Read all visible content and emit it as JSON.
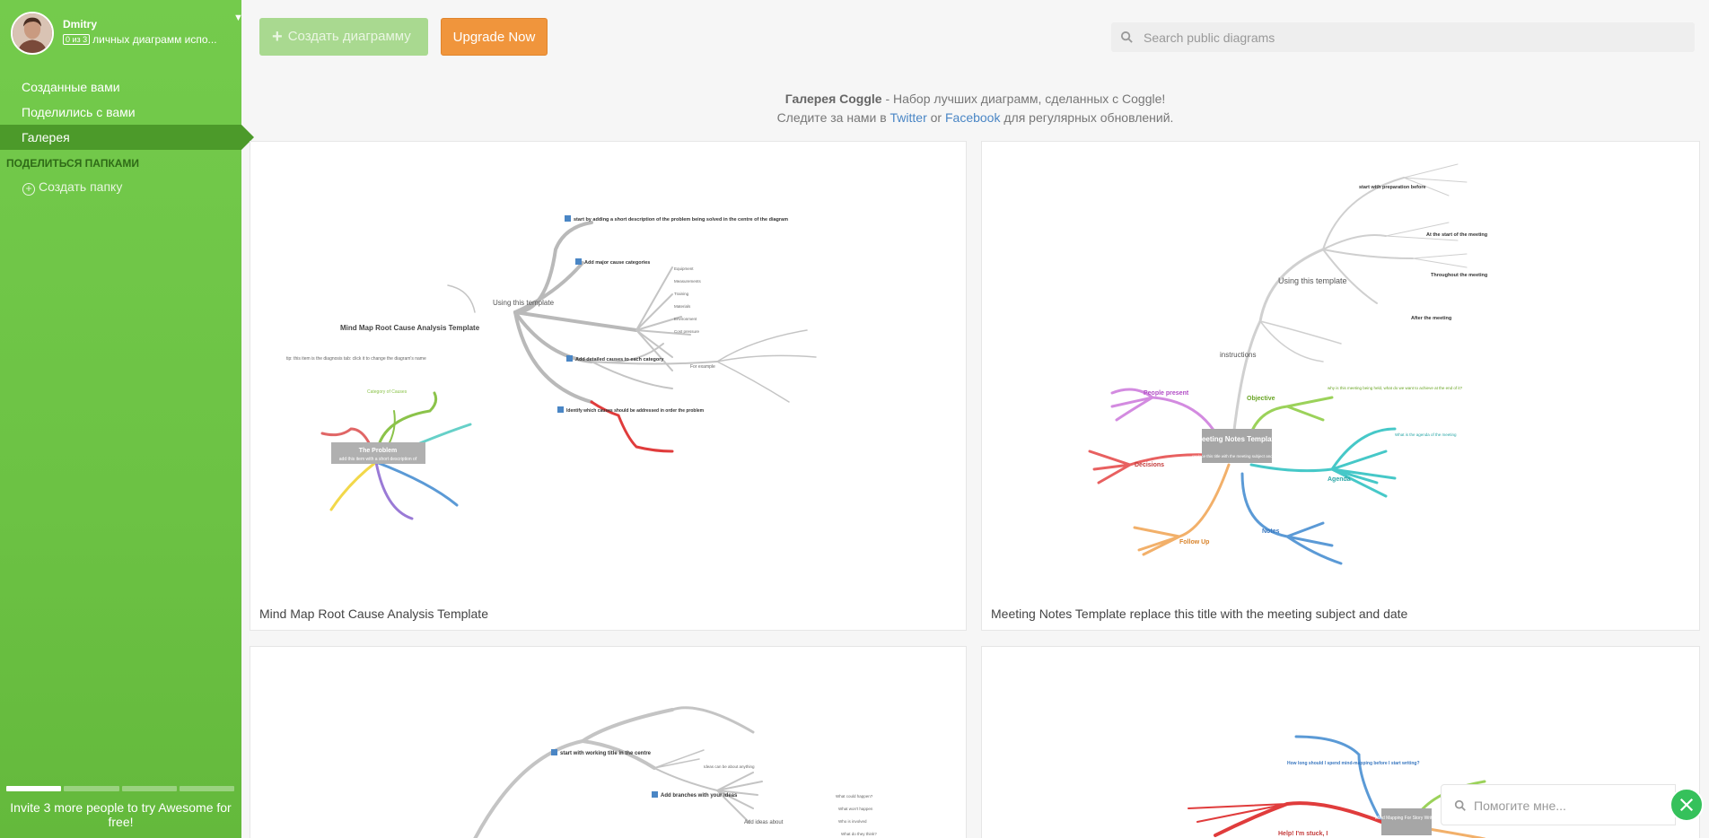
{
  "user": {
    "name": "Dmitry",
    "usage_badge": "0 из 3",
    "usage_text": "личных диаграмм испо..."
  },
  "sidebar": {
    "items": [
      {
        "label": "Созданные вами"
      },
      {
        "label": "Поделились с вами"
      },
      {
        "label": "Галерея"
      }
    ],
    "section_title": "ПОДЕЛИТЬСЯ ПАПКАМИ",
    "create_folder": "Создать папку",
    "invite_text": "Invite 3 more people to try Awesome for free!",
    "invite_progress": 0.25
  },
  "toolbar": {
    "create_label": "Создать диаграмму",
    "upgrade_label": "Upgrade Now"
  },
  "search": {
    "placeholder": "Search public diagrams"
  },
  "gallery": {
    "title": "Галерея Coggle",
    "subtitle": " - Набор лучших диаграмм, сделанных с Coggle!",
    "follow_prefix": "Следите за нами в ",
    "twitter": "Twitter",
    "or": " or ",
    "facebook": "Facebook",
    "follow_suffix": " для регулярных обновлений."
  },
  "cards": [
    {
      "caption": "Mind Map Root Cause Analysis Template",
      "labels": {
        "title": "Mind Map Root Cause Analysis Template",
        "problem": "The Problem",
        "category": "Category of Causes",
        "using": "Using this template",
        "step1": "start by adding a short description of the problem being solved in the centre of the diagram",
        "step2": "Add major cause categories",
        "step3": "Add detailed causes to each category",
        "step4": "Identify which causes should be addressed in order the problem",
        "equipment": "Equipment",
        "measurement": "Measurements",
        "training": "Training",
        "materials": "Materials",
        "environment": "Environment",
        "cost": "Cost pressure",
        "for_example": "For example",
        "tip": "tip: this item is the diagnosis tab: click it to change the diagram's name"
      }
    },
    {
      "caption": "Meeting Notes Template replace this title with the meeting subject and date",
      "labels": {
        "center": "Meeting Notes Template",
        "center_sub": "replace this title with the meeting subject and date",
        "using": "Using this template",
        "instructions": "instructions",
        "prep": "start with preparation before",
        "at_start": "At the start of the meeting",
        "throughout": "Throughout the meeting",
        "after": "After the meeting",
        "people": "People present",
        "decisions": "Decisions",
        "followup": "Follow Up",
        "objective": "Objective",
        "agenda": "Agenda",
        "notes": "Notes",
        "objective_q": "why is this meeting being held, what do we want to achieve at the end of it?",
        "agenda_item": "What is the agenda of the meeting"
      }
    },
    {
      "caption": "",
      "labels": {
        "step1": "start with working title in the centre",
        "step2": "Add branches with your ideas",
        "ideas": "Add ideas about",
        "what": "What could happen?",
        "what2": "What won't happen",
        "who": "Who is involved",
        "what3": "What do they think?",
        "anything": "Ideas can be about anything"
      }
    },
    {
      "caption": "",
      "labels": {
        "center": "Mind Mapping For Story Writing",
        "stuck": "Help! I'm stuck, I",
        "how_long": "How long should I spend mind-mapping before I start writing?"
      }
    }
  ],
  "help": {
    "placeholder": "Помогите мне..."
  },
  "colors": {
    "sidebar": "#6cc244",
    "active_nav": "#4c9a2a",
    "upgrade": "#f0953c",
    "create_disabled": "#a9d990",
    "link": "#4a86c5",
    "help_close": "#35c15b"
  }
}
